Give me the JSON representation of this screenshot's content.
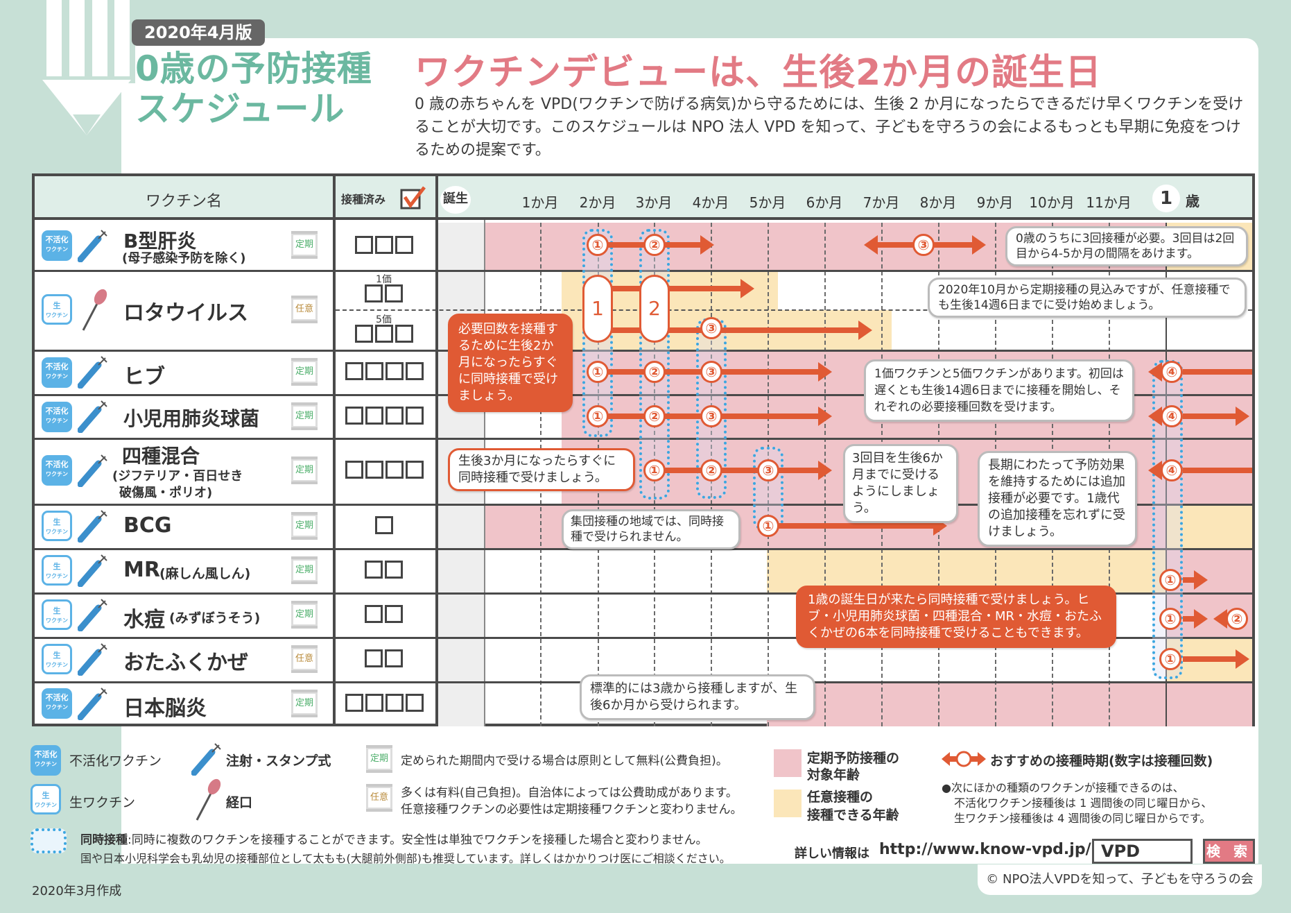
{
  "header": {
    "edition": "2020年4月版",
    "title_line1": "0歳の予防接種",
    "title_line2": "スケジュール",
    "headline": "ワクチンデビューは、生後2か月の誕生日",
    "intro": "0 歳の赤ちゃんを VPD(ワクチンで防げる病気)から守るためには、生後 2 か月になったらできるだけ早くワクチンを受けることが大切です。このスケジュールは NPO 法人 VPD を知って、子どもを守ろうの会によるもっとも早期に免疫をつけるための提案です。"
  },
  "table": {
    "col_vaccine": "ワクチン名",
    "col_done": "接種済み",
    "timeline": {
      "birth": "誕生",
      "months": [
        "1か月",
        "2か月",
        "3か月",
        "4か月",
        "5か月",
        "6か月",
        "7か月",
        "8か月",
        "9か月",
        "10か月",
        "11か月"
      ],
      "one_year_num": "1",
      "one_year_unit": "歳"
    },
    "rows": [
      {
        "type_label_1": "不活化",
        "type_label_2": "ワクチン",
        "route": "injection",
        "name": "B型肝炎",
        "sub": "(母子感染予防を除く)",
        "tag": "定期",
        "boxes": 3
      },
      {
        "type_label_1": "生",
        "type_label_2": "ワクチン",
        "route": "oral",
        "name": "ロタウイルス",
        "sub": "",
        "tag": "任意",
        "label_1": "1価",
        "boxes_1": 2,
        "label_5": "5価",
        "boxes_5": 3
      },
      {
        "type_label_1": "不活化",
        "type_label_2": "ワクチン",
        "route": "injection",
        "name": "ヒブ",
        "sub": "",
        "tag": "定期",
        "boxes": 4
      },
      {
        "type_label_1": "不活化",
        "type_label_2": "ワクチン",
        "route": "injection",
        "name": "小児用肺炎球菌",
        "sub": "",
        "tag": "定期",
        "boxes": 4
      },
      {
        "type_label_1": "不活化",
        "type_label_2": "ワクチン",
        "route": "injection",
        "name": "四種混合",
        "sub": "(ジフテリア・百日せき",
        "sub2": "破傷風・ポリオ)",
        "tag": "定期",
        "boxes": 4
      },
      {
        "type_label_1": "生",
        "type_label_2": "ワクチン",
        "route": "injection",
        "name": "BCG",
        "sub": "",
        "tag": "定期",
        "boxes": 1
      },
      {
        "type_label_1": "生",
        "type_label_2": "ワクチン",
        "route": "injection",
        "name": "MR",
        "sub": "(麻しん風しん)",
        "tag": "定期",
        "boxes": 2
      },
      {
        "type_label_1": "生",
        "type_label_2": "ワクチン",
        "route": "injection",
        "name": "水痘",
        "sub": "(みずぼうそう)",
        "tag": "定期",
        "boxes": 2
      },
      {
        "type_label_1": "生",
        "type_label_2": "ワクチン",
        "route": "injection",
        "name": "おたふくかぜ",
        "sub": "",
        "tag": "任意",
        "boxes": 2
      },
      {
        "type_label_1": "不活化",
        "type_label_2": "ワクチン",
        "route": "injection",
        "name": "日本脳炎",
        "sub": "",
        "tag": "定期",
        "boxes": 4
      }
    ],
    "doses": {
      "d1": "①",
      "d2": "②",
      "d3": "③",
      "d4": "④",
      "p1": "1",
      "p2": "2"
    },
    "callouts": {
      "hepb": "0歳のうちに3回接種が必要。3回目は2回目から4-5か月の間隔をあけます。",
      "rota_oct": "2020年10月から定期接種の見込みですが、任意接種でも生後14週6日までに受け始めましょう。",
      "two_month": "必要回数を接種するために生後2か月になったらすぐに同時接種で受けましょう。",
      "rota_types": "1価ワクチンと5価ワクチンがあります。初回は遅くとも生後14週6日までに接種を開始し、それぞれの必要接種回数を受けます。",
      "three_month": "生後3か月になったらすぐに同時接種で受けましょう。",
      "third_by_6m": "3回目を生後6か月までに受けるようにしましょう。",
      "booster": "長期にわたって予防効果を維持するためには追加接種が必要です。1歳代の追加接種を忘れずに受けましょう。",
      "bcg_group": "集団接種の地域では、同時接種で受けられません。",
      "one_year": "1歳の誕生日が来たら同時接種で受けましょう。ヒブ・小児用肺炎球菌・四種混合・MR・水痘・おたふくかぜの6本を同時接種で受けることもできます。",
      "je": "標準的には3歳から接種しますが、生後6か月から受けられます。"
    }
  },
  "legend": {
    "inactivated": "不活化ワクチン",
    "live": "生ワクチン",
    "injection": "注射・スタンプ式",
    "oral": "経口",
    "teiki_tag": "定期",
    "teiki_desc": "定められた期間内で受ける場合は原則として無料(公費負担)。",
    "nini_tag": "任意",
    "nini_desc_1": "多くは有料(自己負担)。自治体によっては公費助成があります。",
    "nini_desc_2": "任意接種ワクチンの必要性は定期接種ワクチンと変わりません。",
    "pink_1": "定期予防接種の",
    "pink_2": "対象年齢",
    "yellow_1": "任意接種の",
    "yellow_2": "接種できる年齢",
    "recommended": "おすすめの接種時期(数字は接種回数)",
    "interval_1": "●次にほかの種類のワクチンが接種できるのは、",
    "interval_2": "不活化ワクチン接種後は 1 週間後の同じ曜日から、",
    "interval_3": "生ワクチン接種後は 4 週間後の同じ曜日からです。",
    "simul_title": "同時接種",
    "simul_desc": ":同時に複数のワクチンを接種することができます。安全性は単独でワクチンを接種した場合と変わりません。",
    "site_note": "国や日本小児科学会も乳幼児の接種部位として太もも(大腿前外側部)も推奨しています。詳しくはかかりつけ医にご相談ください。"
  },
  "footer": {
    "more_info": "詳しい情報は",
    "url": "http://www.know-vpd.jp/",
    "search_value": "VPD",
    "search_button": "検 索",
    "created": "2020年3月作成",
    "copyright": "© NPO法人VPDを知って、子どもを守ろうの会"
  },
  "colors": {
    "accent_green": "#6bb8a0",
    "headline_pink": "#e27a84",
    "dose_orange": "#e05a34",
    "routine_pink": "#f0c4c9",
    "optional_yellow": "#fbe6b9",
    "simultaneous_blue": "#3ba6e0"
  }
}
